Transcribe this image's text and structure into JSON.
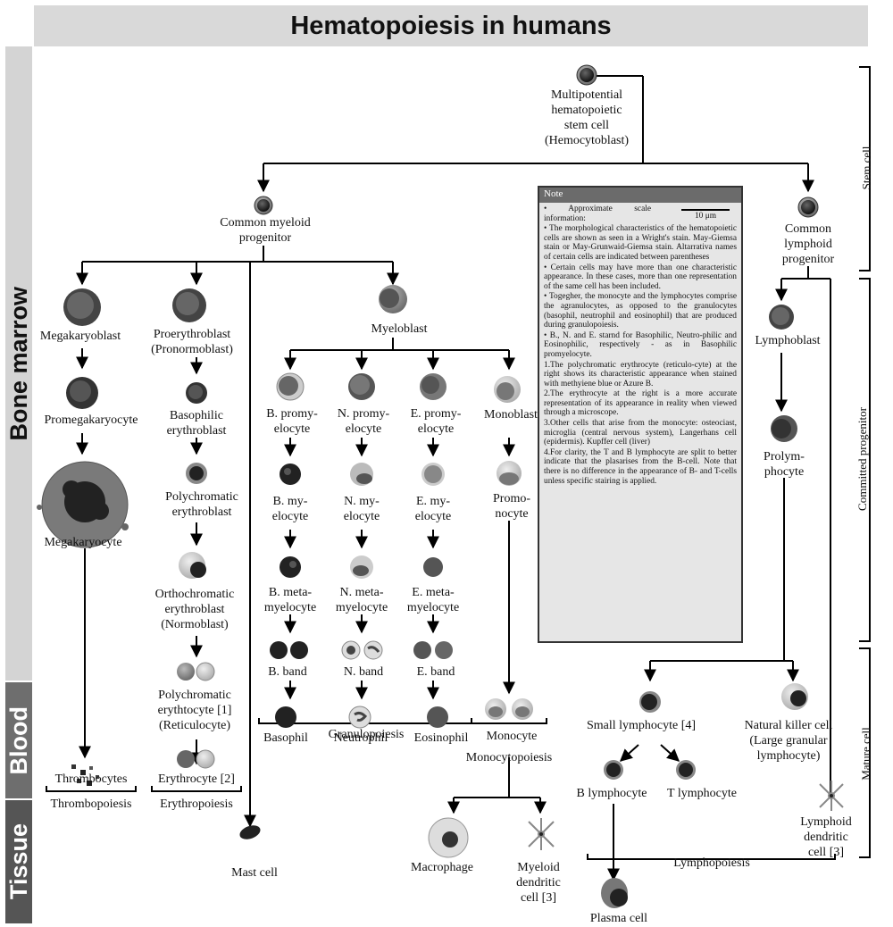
{
  "title": "Hematopoiesis in humans",
  "regions": {
    "bone_marrow": "Bone marrow",
    "blood": "Blood",
    "tissue": "Tissue"
  },
  "stages": {
    "stem_cell": "Stem cell",
    "committed_progenitor": "Committed progenitor",
    "mature_cell": "Mature cell"
  },
  "cells": {
    "stem": [
      "Multipotential",
      "hematopoietic",
      "stem cell",
      "(Hemocytoblast)"
    ],
    "myeloid_progenitor": [
      "Common myeloid",
      "progenitor"
    ],
    "lymphoid_progenitor": [
      "Common",
      "lymphoid",
      "progenitor"
    ],
    "megakaryoblast": "Megakaryoblast",
    "promegakaryocyte": "Promegakaryocyte",
    "megakaryocyte": "Megakaryocyte",
    "thrombocytes": "Thrombocytes",
    "proerythroblast": [
      "Proerythroblast",
      "(Pronormoblast)"
    ],
    "basophilic_erythroblast": [
      "Basophilic",
      "erythroblast"
    ],
    "polychromatic_erythroblast": [
      "Polychromatic",
      "erythroblast"
    ],
    "orthochromatic_erythroblast": [
      "Orthochromatic",
      "erythroblast",
      "(Normoblast)"
    ],
    "polychromatic_erythrocyte": [
      "Polychromatic",
      "erythtocyte [1]",
      "(Reticulocyte)"
    ],
    "erythrocyte": "Erythrocyte [2]",
    "mast_cell": "Mast cell",
    "myeloblast": "Myeloblast",
    "b_promyelocyte": [
      "B. promy-",
      "elocyte"
    ],
    "n_promyelocyte": [
      "N. promy-",
      "elocyte"
    ],
    "e_promyelocyte": [
      "E. promy-",
      "elocyte"
    ],
    "monoblast": "Monoblast",
    "b_myelocyte": [
      "B. my-",
      "elocyte"
    ],
    "n_myelocyte": [
      "N. my-",
      "elocyte"
    ],
    "e_myelocyte": [
      "E. my-",
      "elocyte"
    ],
    "promonocyte": [
      "Promo-",
      "nocyte"
    ],
    "b_metamyelocyte": [
      "B. meta-",
      "myelocyte"
    ],
    "n_metamyelocyte": [
      "N. meta-",
      "myelocyte"
    ],
    "e_metamyelocyte": [
      "E. meta-",
      "myelocyte"
    ],
    "b_band": "B. band",
    "n_band": "N. band",
    "e_band": "E. band",
    "basophil": "Basophil",
    "neutrophil": "Neutrophil",
    "eosinophil": "Eosinophil",
    "monocyte": "Monocyte",
    "macrophage": "Macrophage",
    "myeloid_dendritic": [
      "Myeloid",
      "dendritic",
      "cell [3]"
    ],
    "lymphoblast": "Lymphoblast",
    "prolymphocyte": [
      "Prolym-",
      "phocyte"
    ],
    "small_lymphocyte": "Small lymphocyte [4]",
    "nk_cell": [
      "Natural killer cell",
      "(Large granular",
      "lymphocyte)"
    ],
    "b_lymphocyte": "B lymphocyte",
    "t_lymphocyte": "T lymphocyte",
    "lymphoid_dendritic": [
      "Lymphoid",
      "dendritic",
      "cell [3]"
    ],
    "plasma_cell": "Plasma cell"
  },
  "processes": {
    "thrombopoiesis": "Thrombopoiesis",
    "erythropoiesis": "Erythropoiesis",
    "granulopoiesis": "Granulopoiesis",
    "monocytopoiesis": "Monocytopoiesis",
    "lymphopoiesis": "Lymphopoiesis"
  },
  "note": {
    "heading": "Note",
    "scale_label": "• Approximate scale information:",
    "scale_value": "10 μm",
    "items": [
      "• The morphological characteristics of the hematopoietic cells are shown as seen in a Wright's stain. May-Giemsa stain or May-Grunwaid-Giemsa stain. Altarrativa names of certain cells are indicated between parentheses",
      "• Certain cells may have more than one characteristic appearance. In these cases, more than one representation of the same cell has been included.",
      "• Togegher, the monocyte and the lymphocytes comprise the agranulocytes, as opposed to the granulocytes (basophil, neutrophil and eosinophil) that are produced during granulopoiesis.",
      "• B., N. and E. starnd for Basophilic, Neutro-philic and Eosinophilic, respectively - as in Basophilic promyelocyte.",
      "1.The polychromatic erythrocyte (reticulo-cyte) at the right shows its characteristic appearance when stained with methyiene blue or Azure B.",
      "2.The erythrocyte at the right is a more accurate representation of its appearance in reality when viewed through a microscope.",
      "3.Other cells that arise from the monocyte: osteociast, microglia (central nervous system), Langerhans cell (epidermis). Kupffer cell (liver)",
      "4.For clarity, the T and B lymphocyte are split to better indicate that the plasarises from the B-cell. Note that there is no difference in the appearance of B- and T-cells unless specific stairing is applied."
    ]
  },
  "colors": {
    "title_bg": "#d9d9d9",
    "bone_marrow_band": "#d4d4d4",
    "blood_band": "#6e6e6e",
    "tissue_band": "#555555",
    "note_bg": "#e6e6e6",
    "note_header": "#6b6b6b"
  }
}
